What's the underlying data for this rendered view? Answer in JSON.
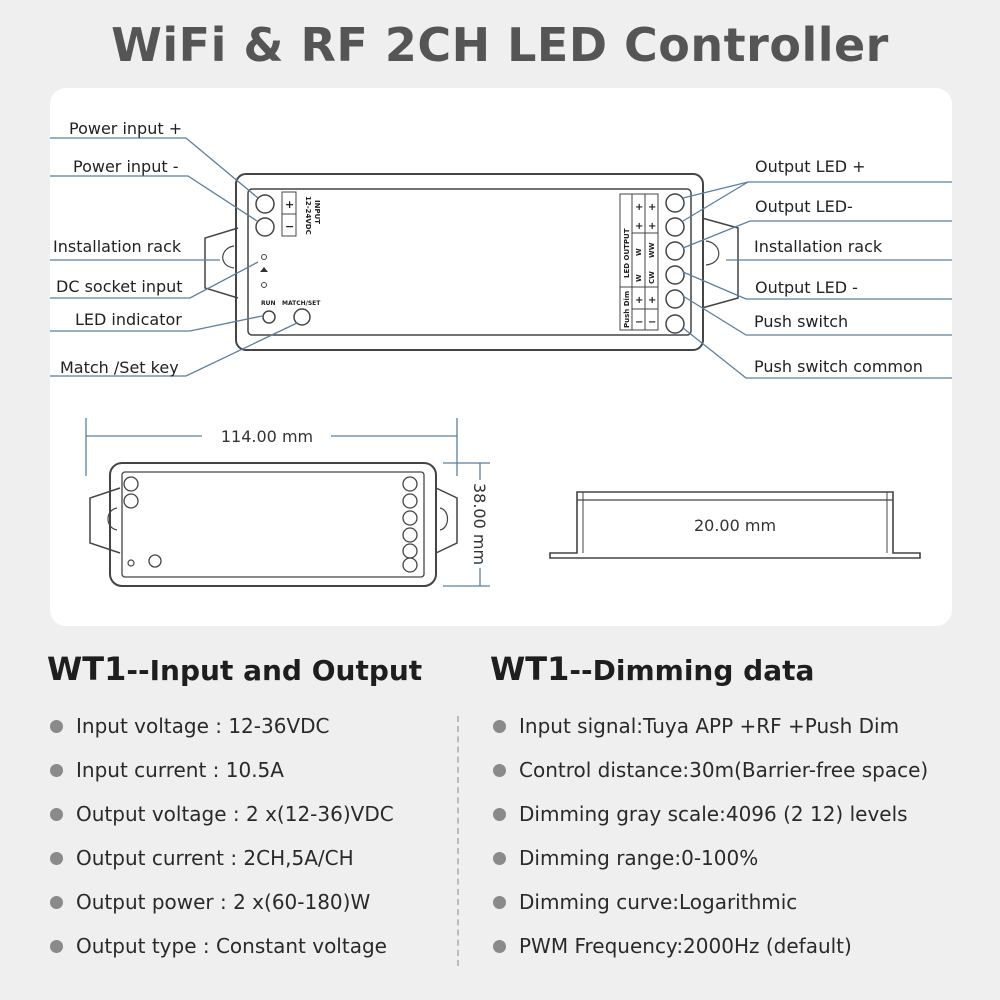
{
  "title": "WiFi & RF 2CH LED Controller",
  "diagram": {
    "labels_left": [
      "Power input +",
      "Power input -",
      "Installation rack",
      "DC socket input",
      "LED indicator",
      "Match /Set key"
    ],
    "labels_right": [
      "Output LED +",
      "Output LED-",
      "Installation rack",
      "Output LED -",
      "Push switch",
      "Push switch common"
    ],
    "device": {
      "input_line1": "INPUT",
      "input_line2": "12-24VDC",
      "plus": "+",
      "minus": "−",
      "run": "RUN",
      "match_set": "MATCH/SET",
      "led_output": "LED OUTPUT",
      "push_dim": "Push Dim",
      "w": "W",
      "ww": "WW",
      "cw": "CW"
    },
    "dimensions": {
      "length": "114.00 mm",
      "width": "38.00 mm",
      "height": "20.00 mm"
    }
  },
  "left_section": {
    "heading_prefix": "WT1",
    "heading_rest": "--Input and Output",
    "items": [
      "Input voltage : 12-36VDC",
      "Input current : 10.5A",
      "Output voltage : 2 x(12-36)VDC",
      "Output current : 2CH,5A/CH",
      "Output power : 2 x(60-180)W",
      "Output type : Constant voltage"
    ]
  },
  "right_section": {
    "heading_prefix": "WT1",
    "heading_rest": "--Dimming data",
    "items": [
      "Input signal:Tuya APP +RF +Push Dim",
      "Control distance:30m(Barrier-free space)",
      "Dimming gray scale:4096 (2 12) levels",
      "Dimming range:0-100%",
      "Dimming curve:Logarithmic",
      "PWM Frequency:2000Hz (default)"
    ]
  },
  "colors": {
    "callout_line": "#5a7f9e",
    "bullet": "#8a8a8a",
    "title": "#555555"
  }
}
